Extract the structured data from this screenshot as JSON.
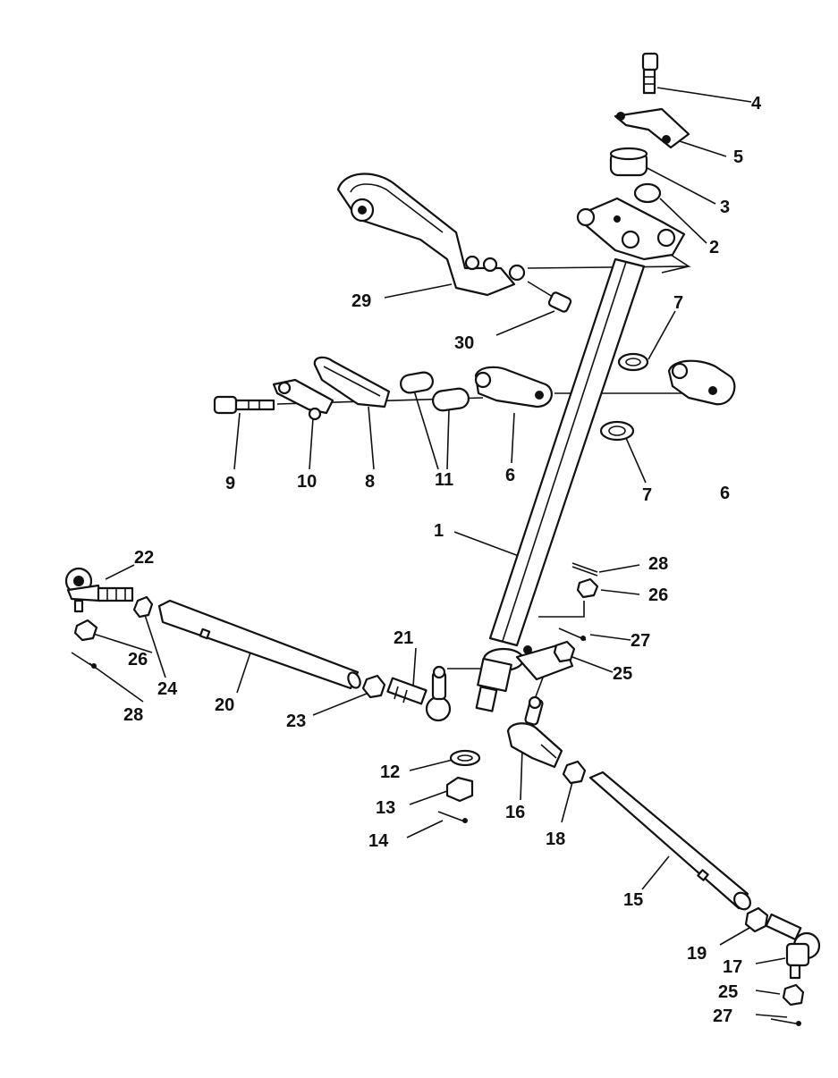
{
  "diagram": {
    "callout_labels": [
      "1",
      "2",
      "3",
      "4",
      "5",
      "6",
      "6",
      "7",
      "7",
      "8",
      "9",
      "10",
      "11",
      "12",
      "13",
      "14",
      "15",
      "16",
      "17",
      "18",
      "19",
      "20",
      "21",
      "22",
      "23",
      "24",
      "25",
      "25",
      "26",
      "26",
      "27",
      "27",
      "28",
      "28",
      "29",
      "30"
    ]
  },
  "labels": {
    "n1": "1",
    "n2": "2",
    "n3": "3",
    "n4": "4",
    "n5": "5",
    "n6a": "6",
    "n6b": "6",
    "n7a": "7",
    "n7b": "7",
    "n8": "8",
    "n9": "9",
    "n10": "10",
    "n11": "11",
    "n12": "12",
    "n13": "13",
    "n14": "14",
    "n15": "15",
    "n16": "16",
    "n17": "17",
    "n18": "18",
    "n19": "19",
    "n20": "20",
    "n21": "21",
    "n22": "22",
    "n23": "23",
    "n24": "24",
    "n25a": "25",
    "n25b": "25",
    "n26a": "26",
    "n26b": "26",
    "n27a": "27",
    "n27b": "27",
    "n28a": "28",
    "n28b": "28",
    "n29": "29",
    "n30": "30"
  }
}
